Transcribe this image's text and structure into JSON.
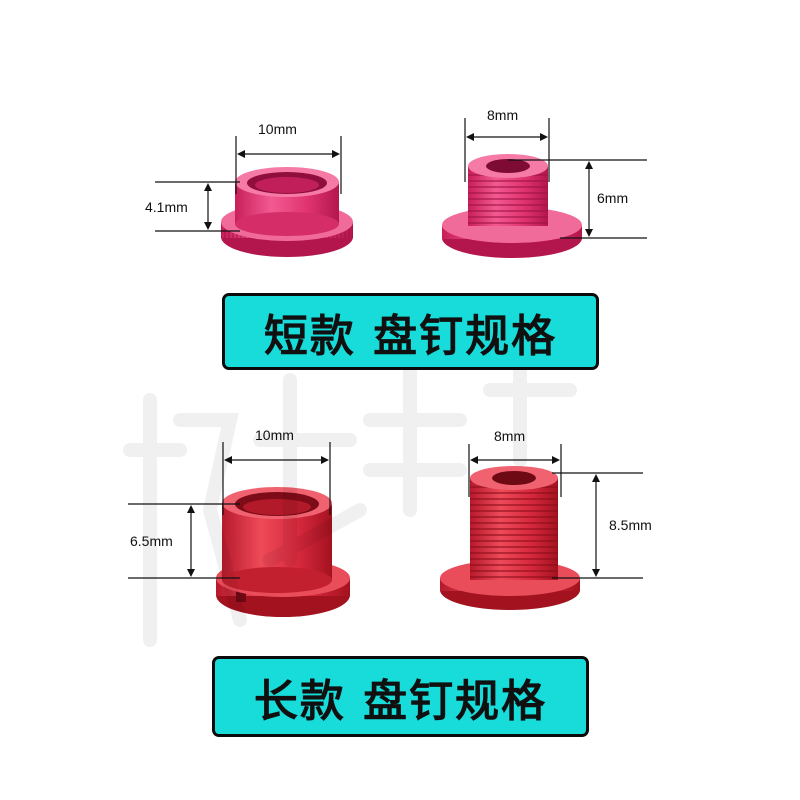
{
  "short": {
    "title": "短款 盘钉规格",
    "nut": {
      "width_label": "10mm",
      "height_label": "4.1mm"
    },
    "bolt": {
      "width_label": "8mm",
      "height_label": "6mm"
    }
  },
  "long": {
    "title": "长款 盘钉规格",
    "nut": {
      "width_label": "10mm",
      "height_label": "6.5mm"
    },
    "bolt": {
      "width_label": "8mm",
      "height_label": "8.5mm"
    }
  },
  "colors": {
    "short_part": "#e63a78",
    "long_part": "#d8283c",
    "banner": "#17dcd9",
    "dimension_line": "#111111"
  }
}
